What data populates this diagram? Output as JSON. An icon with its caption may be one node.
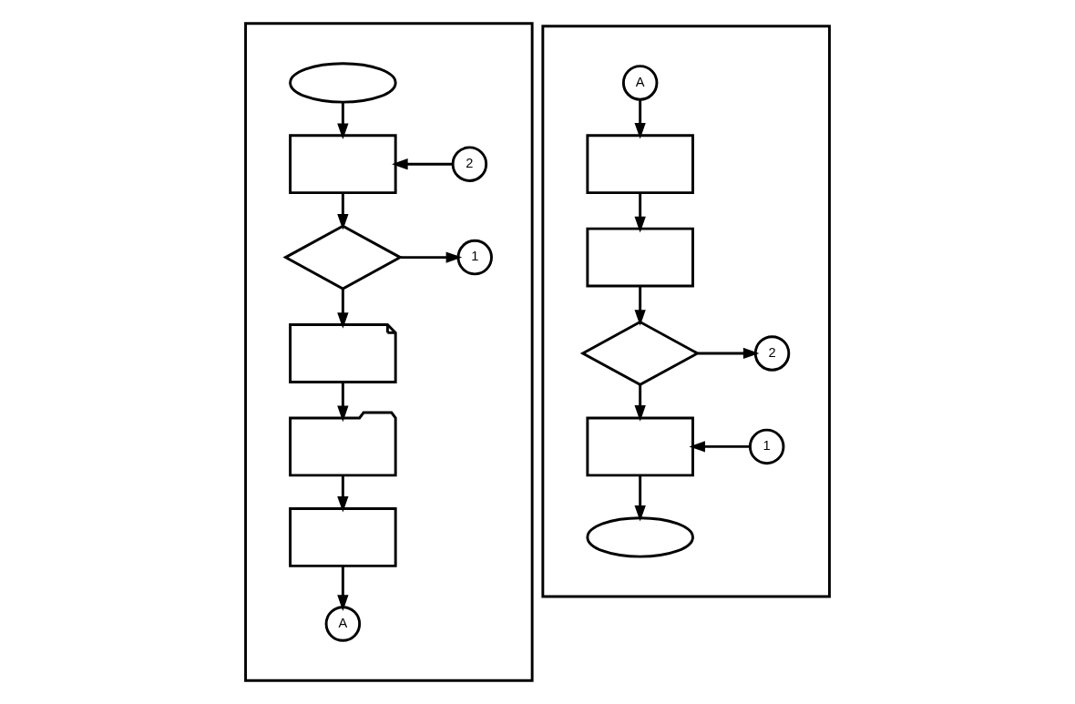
{
  "diagram": {
    "nodes": [
      {
        "text": [],
        "shape": "box"
      },
      {
        "text": [],
        "shape": "ellipse",
        "in": 0
      },
      {
        "text": [],
        "shape": "box",
        "in": 0
      },
      {
        "text": [
          "2"
        ],
        "in": 0
      },
      {
        "text": [],
        "shape": "diamond",
        "in": 0
      },
      {
        "text": [
          "1"
        ],
        "in": 0
      },
      {
        "text": [],
        "shape": "document",
        "in": 0
      },
      {
        "text": [],
        "shape": "documents",
        "in": 0
      },
      {
        "text": [],
        "shape": "box",
        "in": 0
      },
      {
        "text": [
          "A"
        ],
        "in": 0
      },
      {
        "text": [],
        "shape": "box"
      },
      {
        "text": [
          "A"
        ],
        "in": 10
      },
      {
        "text": [],
        "shape": "box",
        "in": 10
      },
      {
        "text": [],
        "shape": "box",
        "in": 10
      },
      {
        "text": [],
        "shape": "diamond",
        "in": 10
      },
      {
        "text": [
          "2"
        ],
        "in": 10
      },
      {
        "text": [],
        "shape": "box",
        "in": 10
      },
      {
        "text": [
          "1"
        ],
        "in": 10
      },
      {
        "text": [],
        "shape": "ellipse",
        "in": 10
      }
    ],
    "edges": [
      {
        "from": 1,
        "to": 2,
        "arrow": "to"
      },
      {
        "from": 3,
        "to": 2,
        "arrow": "to"
      },
      {
        "from": 2,
        "to": 4,
        "arrow": "to"
      },
      {
        "from": 4,
        "to": 5,
        "arrow": "to"
      },
      {
        "from": 4,
        "to": 6,
        "arrow": "to"
      },
      {
        "from": 6,
        "to": 7,
        "arrow": "to"
      },
      {
        "from": 7,
        "to": 8,
        "arrow": "to"
      },
      {
        "from": 8,
        "to": 9,
        "arrow": "to"
      },
      {
        "from": 11,
        "to": 12,
        "arrow": "to"
      },
      {
        "from": 12,
        "to": 13,
        "arrow": "to"
      },
      {
        "from": 13,
        "to": 14,
        "arrow": "to"
      },
      {
        "from": 14,
        "to": 15,
        "arrow": "to"
      },
      {
        "from": 14,
        "to": 16,
        "arrow": "to"
      },
      {
        "from": 17,
        "to": 16,
        "arrow": "to"
      },
      {
        "from": 16,
        "to": 18,
        "arrow": "to"
      }
    ]
  }
}
